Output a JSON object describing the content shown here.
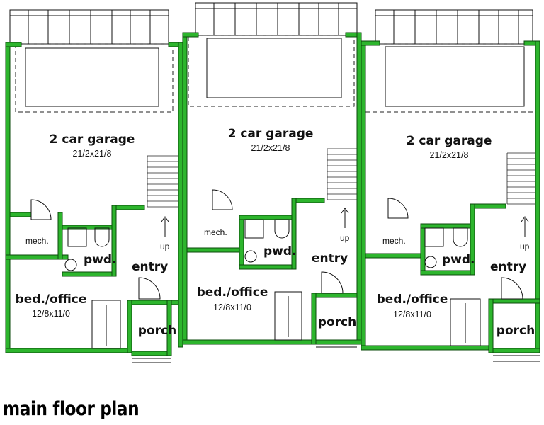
{
  "title": "main floor plan",
  "units": [
    {
      "garage_label": "2 car garage",
      "garage_dims": "21/2x21/8",
      "mech_label": "mech.",
      "pwd_label": "pwd.",
      "entry_label": "entry",
      "up_label": "up",
      "bed_label": "bed./office",
      "bed_dims": "12/8x11/0",
      "porch_label": "porch"
    },
    {
      "garage_label": "2 car garage",
      "garage_dims": "21/2x21/8",
      "mech_label": "mech.",
      "pwd_label": "pwd.",
      "entry_label": "entry",
      "up_label": "up",
      "bed_label": "bed./office",
      "bed_dims": "12/8x11/0",
      "porch_label": "porch"
    },
    {
      "garage_label": "2 car garage",
      "garage_dims": "21/2x21/8",
      "mech_label": "mech.",
      "pwd_label": "pwd.",
      "entry_label": "entry",
      "up_label": "up",
      "bed_label": "bed./office",
      "bed_dims": "12/8x11/0",
      "porch_label": "porch"
    }
  ],
  "colors": {
    "wall": "#2db52d",
    "line": "#111111",
    "background": "#ffffff"
  }
}
